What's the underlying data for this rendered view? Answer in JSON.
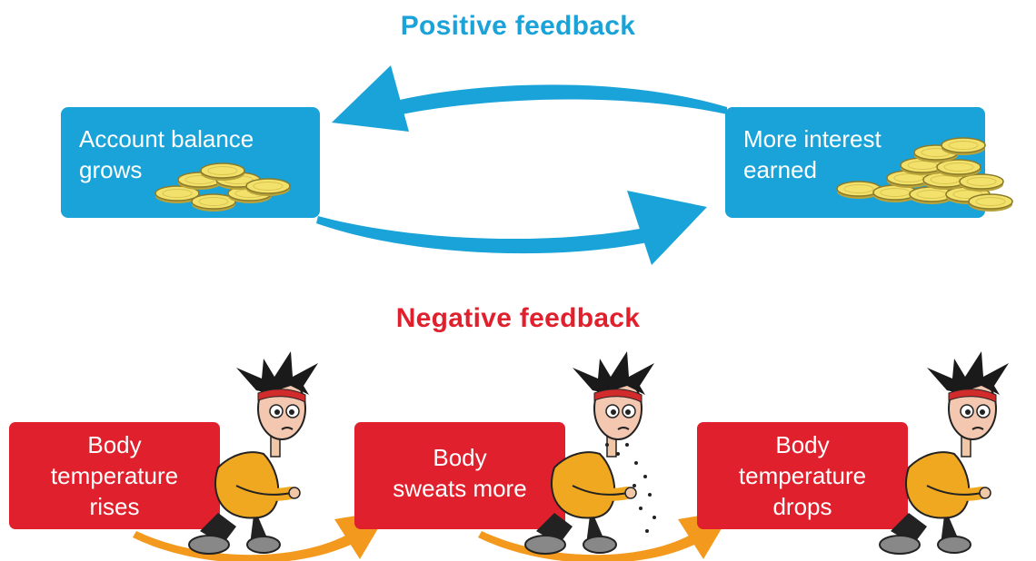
{
  "colors": {
    "positive": "#1aa3d8",
    "negative": "#e0202d",
    "negative_arrow": "#f39a1e",
    "coin": "#f2e16b"
  },
  "positive": {
    "title": "Positive feedback",
    "boxes": [
      {
        "lines": [
          "Account balance",
          "grows"
        ],
        "icon": "coin-stack-icon"
      },
      {
        "lines": [
          "More interest",
          "earned"
        ],
        "icon": "coin-pile-icon"
      }
    ]
  },
  "negative": {
    "title": "Negative feedback",
    "boxes": [
      {
        "lines": [
          "Body",
          "temperature",
          "rises"
        ],
        "icon": "running-person-icon"
      },
      {
        "lines": [
          "Body",
          "sweats more"
        ],
        "icon": "sweating-person-icon"
      },
      {
        "lines": [
          "Body",
          "temperature",
          "drops"
        ],
        "icon": "running-person-icon"
      }
    ]
  }
}
